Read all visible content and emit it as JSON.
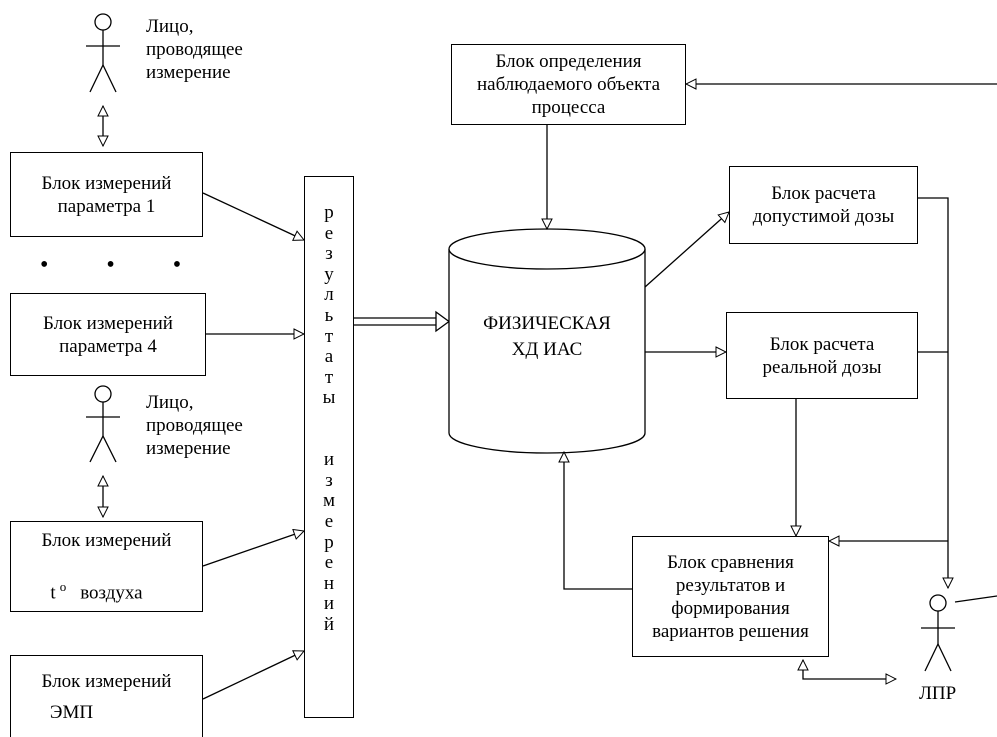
{
  "blocks": {
    "observed_object": "Блок определения\nнаблюдаемого объекта\nпроцесса",
    "param1": "Блок измерений\nпараметра 1",
    "param4": "Блок измерений\nпараметра 4",
    "air_temp_line1": "Блок измерений",
    "air_temp_t": "t",
    "air_temp_deg": "о",
    "air_temp_line2": "воздуха",
    "emp_line1": "Блок измерений",
    "emp_line2": "ЭМП",
    "allowed_dose": "Блок расчета\nдопустимой дозы",
    "real_dose": "Блок расчета\nреальной дозы",
    "comparison": "Блок сравнения\nрезультатов и\nформирования\nвариантов решения"
  },
  "database": "ФИЗИЧЕСКАЯ\nХД  ИАС",
  "results_vertical": [
    "р",
    "е",
    "з",
    "у",
    "л",
    "ь",
    "т",
    "а",
    "т",
    "ы",
    " ",
    " ",
    "и",
    "з",
    "м",
    "е",
    "р",
    "е",
    "н",
    "и",
    "й"
  ],
  "actors": {
    "person_top": "Лицо,\nпроводящее\nизмерение",
    "person_mid": "Лицо,\nпроводящее\nизмерение",
    "decision_maker": "ЛПР"
  },
  "ellipsis": "• • •"
}
